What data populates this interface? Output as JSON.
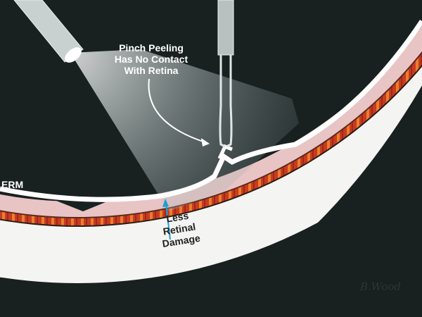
{
  "labels": {
    "pinch_lines": [
      "Pinch Peeling",
      "Has No Contact",
      "With Retina"
    ],
    "erm": "ERM",
    "damage_lines": [
      "Less",
      "Retinal",
      "Damage"
    ],
    "signature": "B.Wood"
  },
  "colors": {
    "background": "#182020",
    "retina": "#e8c4c4",
    "choroid": "#d8502a",
    "sclera": "#f4f4f2",
    "arrow_blue": "#1aa0d8"
  }
}
